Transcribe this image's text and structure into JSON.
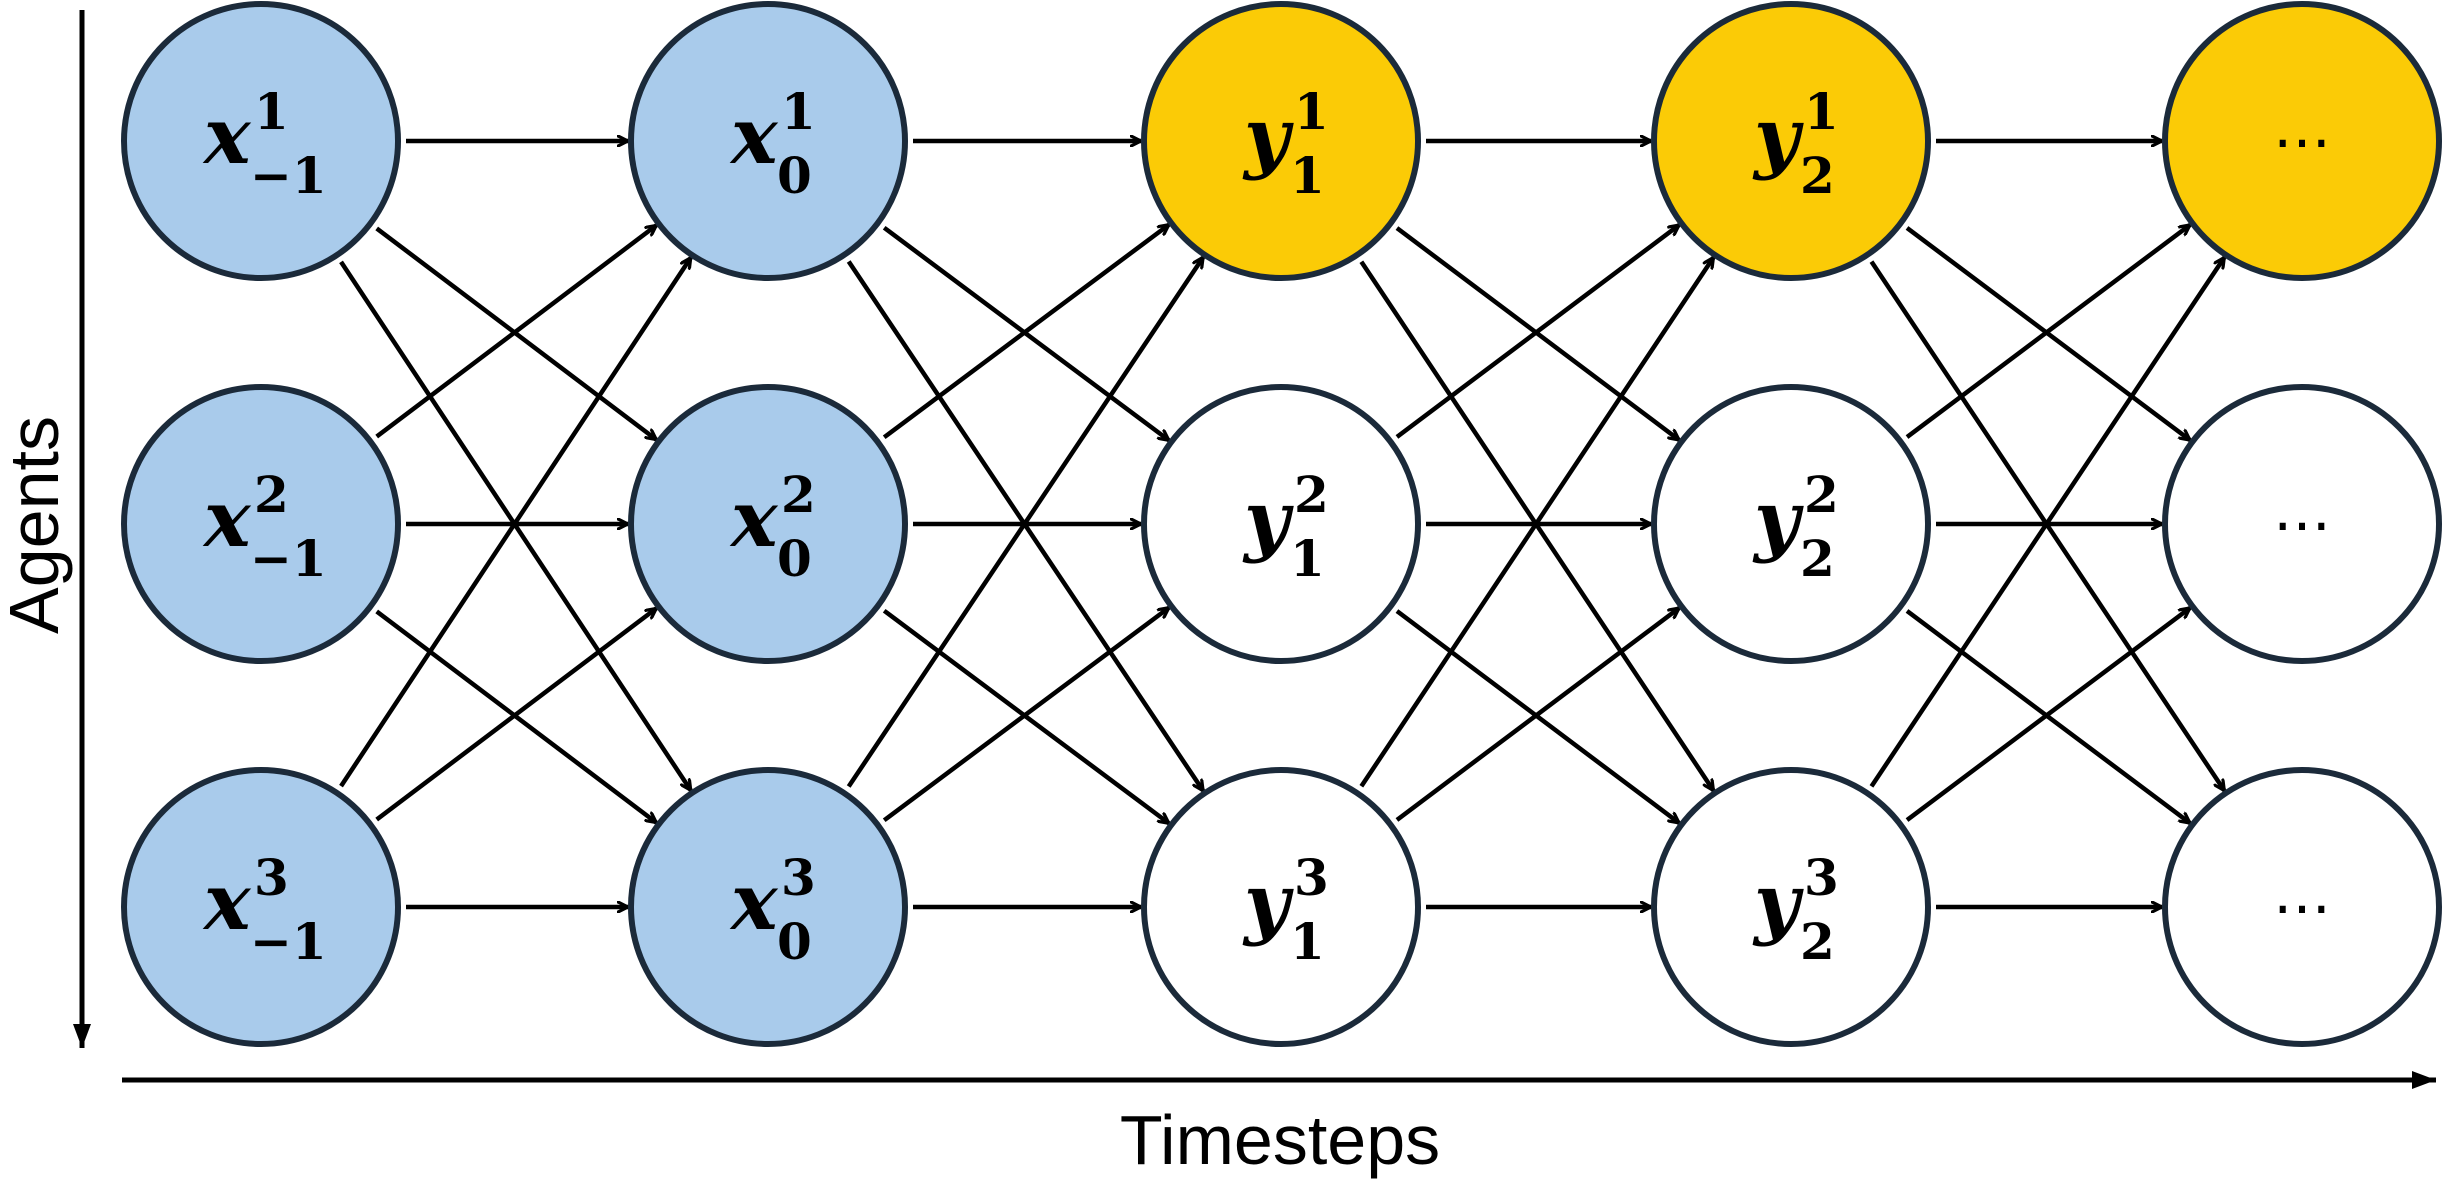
{
  "axes": {
    "x_label": "Timesteps",
    "y_label": "Agents"
  },
  "colors": {
    "input": "#A9CBEB",
    "predicted_first_agent": "#FBCB06",
    "other": "#FFFFFF",
    "stroke": "#1B2A3A",
    "edge": "#000000"
  },
  "columns": [
    {
      "letter": "x",
      "subscript": "−1",
      "kind": "input"
    },
    {
      "letter": "x",
      "subscript": "0",
      "kind": "input"
    },
    {
      "letter": "y",
      "subscript": "1",
      "kind": "output"
    },
    {
      "letter": "y",
      "subscript": "2",
      "kind": "output"
    },
    {
      "letter": "",
      "subscript": "",
      "kind": "ellipsis",
      "text": "…"
    }
  ],
  "agents": [
    "1",
    "2",
    "3"
  ],
  "connectivity": "fully-connected between consecutive timesteps"
}
